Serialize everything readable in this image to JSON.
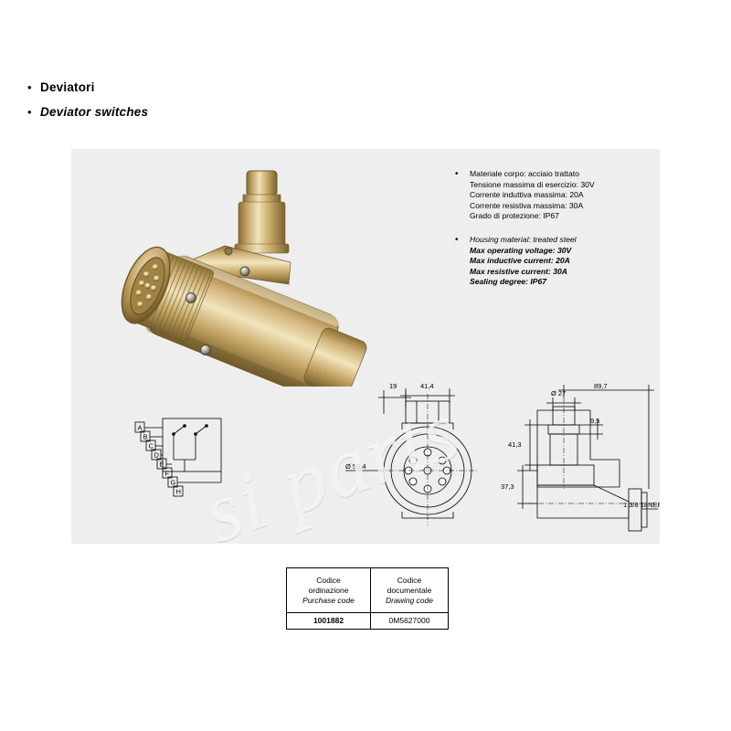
{
  "header": {
    "bullet": "•",
    "title_it": "Deviatori",
    "title_en": "Deviator switches"
  },
  "specs": {
    "bullet": "•",
    "italian": [
      "Materiale corpo: acciaio trattato",
      "Tensione massima di esercizio: 30V",
      "Corrente induttiva massima: 20A",
      "Corrente resistiva massima: 30A",
      "Grado di protezione: IP67"
    ],
    "english": [
      "Housing material: treated steel",
      "Max operating voltage: 30V",
      "Max inductive current: 20A",
      "Max resistive current: 30A",
      "Sealing degree: IP67"
    ]
  },
  "watermark": "si parts",
  "schematic": {
    "terminals": [
      "A",
      "B",
      "C",
      "D",
      "E",
      "F",
      "G",
      "H"
    ]
  },
  "dimensions": {
    "front_view": {
      "d1": "19",
      "d2": "41,4",
      "diameter": "Ø 50,4"
    },
    "side_view": {
      "top_diameter": "Ø 27",
      "overall_length": "89,7",
      "cap_height": "9,5",
      "height_1": "41,3",
      "height_2": "37,3",
      "thread": "1 3/8 18NEF"
    }
  },
  "code_table": {
    "col1": {
      "it_line1": "Codice",
      "it_line2": "ordinazione",
      "en": "Purchase code",
      "value": "1001882"
    },
    "col2": {
      "it_line1": "Codice",
      "it_line2": "documentale",
      "en": "Drawing code",
      "value": "0M5627000"
    }
  },
  "colors": {
    "panel_bg": "#eeeeee",
    "page_bg": "#ffffff",
    "line": "#000000"
  }
}
